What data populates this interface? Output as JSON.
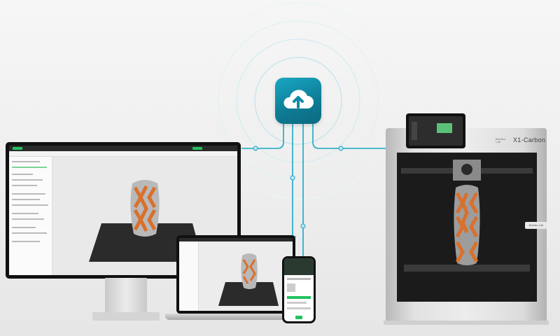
{
  "printer": {
    "brand": "Bambu Lab",
    "model": "X1-Carbon",
    "side_label": "Bambu Lab"
  },
  "cloud": {
    "icon": "cloud-upload-icon"
  },
  "colors": {
    "accent": "#12a1bf",
    "connector": "#19a7c4",
    "app_green": "#21c25e",
    "vase_orange": "#d9702c",
    "vase_grey": "#a9a9a9"
  }
}
